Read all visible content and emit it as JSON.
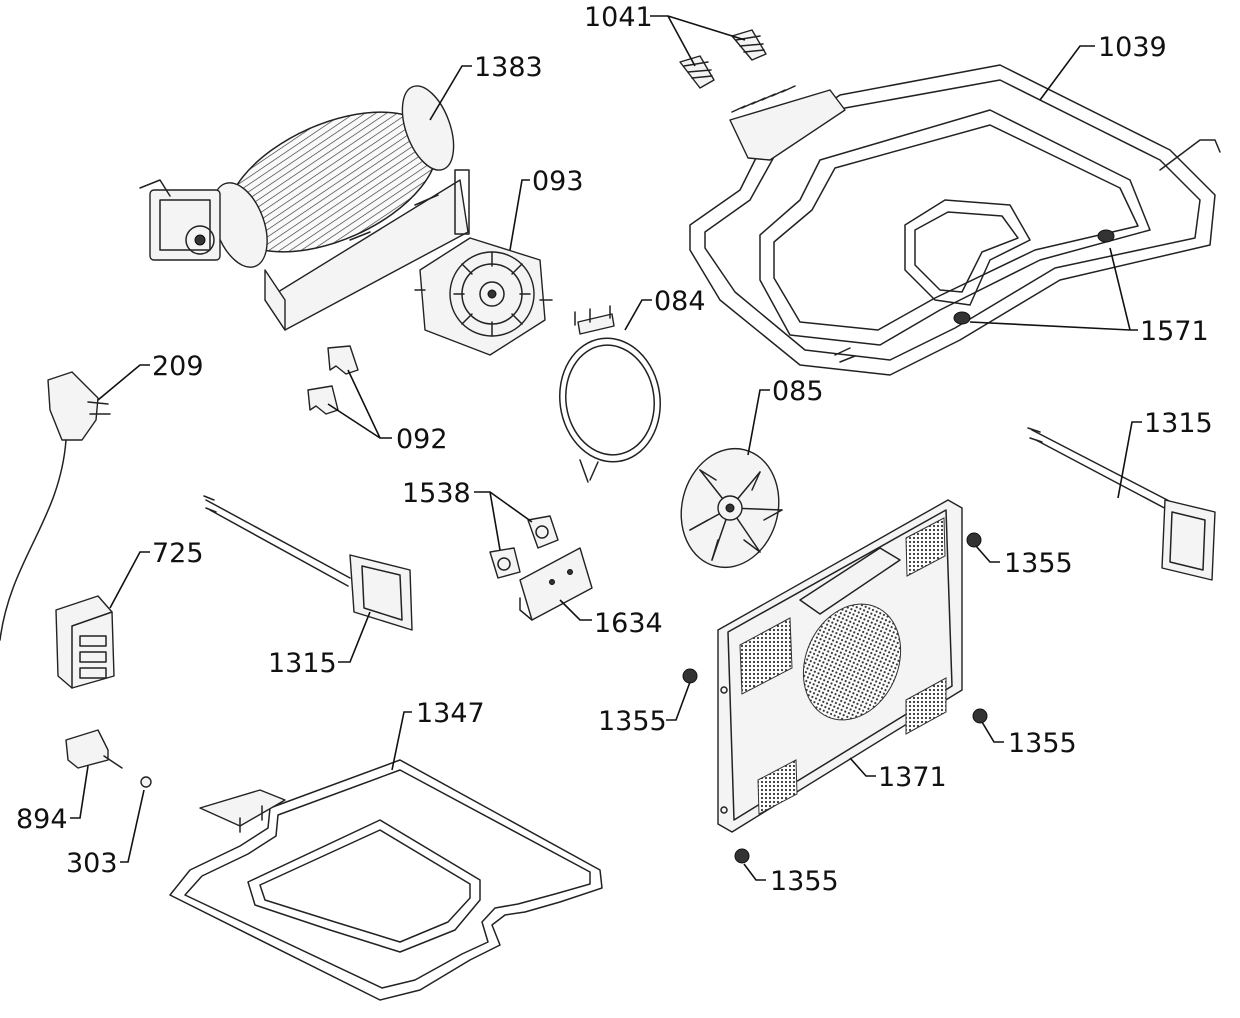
{
  "diagram": {
    "labels": {
      "l1041": "1041",
      "l1039": "1039",
      "l1383": "1383",
      "l093": "093",
      "l084": "084",
      "l1571": "1571",
      "l209": "209",
      "l092": "092",
      "l085": "085",
      "l1315a": "1315",
      "l1315b": "1315",
      "l1538": "1538",
      "l1355a": "1355",
      "l725": "725",
      "l1634": "1634",
      "l1355b": "1355",
      "l1355c": "1355",
      "l1347": "1347",
      "l1371": "1371",
      "l894": "894",
      "l303": "303",
      "l1355d": "1355"
    }
  }
}
